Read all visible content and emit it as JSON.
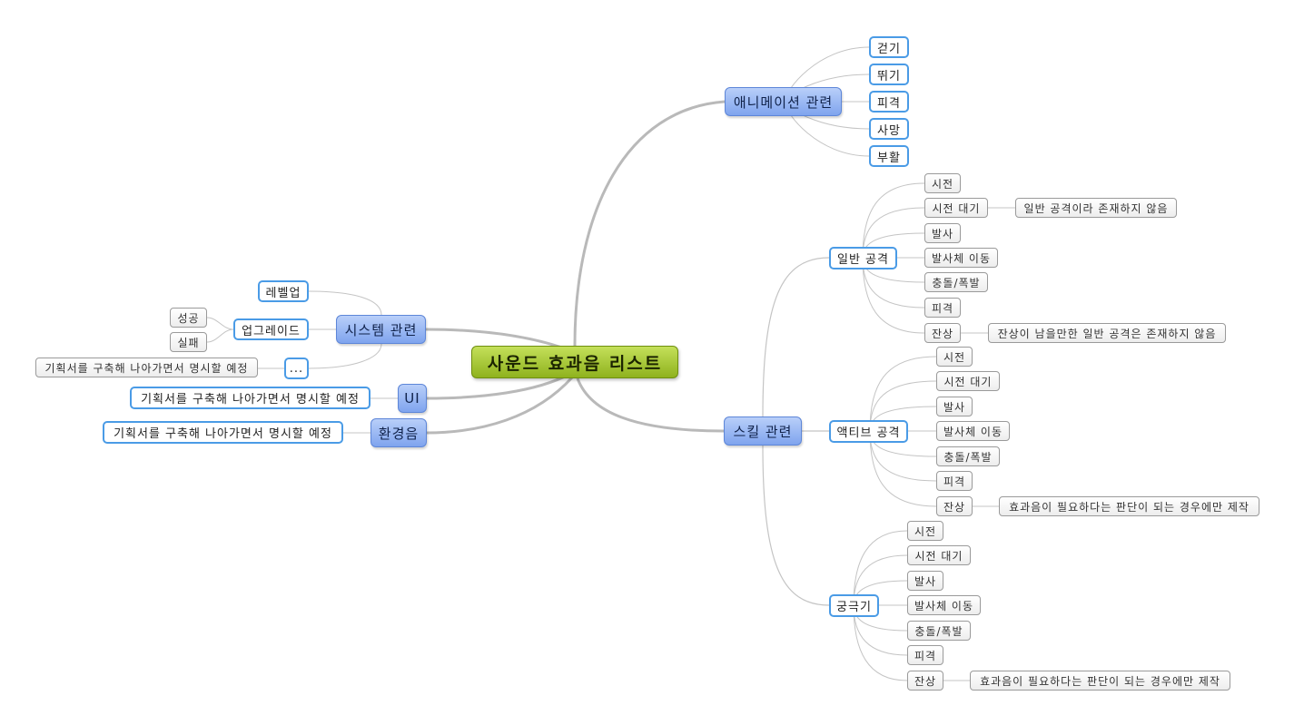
{
  "root": "사운드 효과음 리스트",
  "animation": {
    "title": "애니메이션 관련",
    "items": [
      "걷기",
      "뛰기",
      "피격",
      "사망",
      "부활"
    ]
  },
  "skill": {
    "title": "스킬 관련",
    "normal": {
      "title": "일반 공격",
      "items": [
        "시전",
        "시전 대기",
        "발사",
        "발사체 이동",
        "충돌/폭발",
        "피격",
        "잔상"
      ],
      "note_wait": "일반 공격이라 존재하지 않음",
      "note_afterimage": "잔상이 남을만한 일반 공격은 존재하지 않음"
    },
    "active": {
      "title": "액티브 공격",
      "items": [
        "시전",
        "시전 대기",
        "발사",
        "발사체 이동",
        "충돌/폭발",
        "피격",
        "잔상"
      ],
      "note_afterimage": "효과음이 필요하다는 판단이 되는 경우에만 제작"
    },
    "ultimate": {
      "title": "궁극기",
      "items": [
        "시전",
        "시전 대기",
        "발사",
        "발사체 이동",
        "충돌/폭발",
        "피격",
        "잔상"
      ],
      "note_afterimage": "효과음이 필요하다는 판단이 되는 경우에만 제작"
    }
  },
  "system": {
    "title": "시스템 관련",
    "levelup": "레벨업",
    "upgrade": {
      "title": "업그레이드",
      "items": [
        "성공",
        "실패"
      ]
    },
    "more": {
      "title": "...",
      "note": "기획서를 구축해 나아가면서 명시할 예정"
    }
  },
  "ui": {
    "title": "UI",
    "note": "기획서를 구축해 나아가면서 명시할 예정"
  },
  "ambient": {
    "title": "환경음",
    "note": "기획서를 구축해 나아가면서 명시할 예정"
  }
}
